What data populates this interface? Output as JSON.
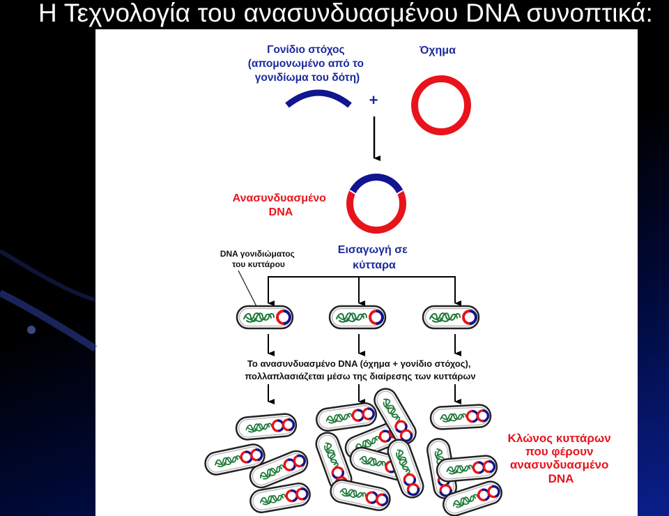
{
  "slide_title": "Η Τεχνολογία του ανασυνδυασμένου DNA συνοπτικά:",
  "labels": {
    "target_gene": [
      "Γονίδιο στόχος",
      "(απομονωμένο από το",
      "γονιδίωμα του δότη)"
    ],
    "vector": "Όχημα",
    "plus": "+",
    "recombinant_dna": [
      "Ανασυνδυασμένο",
      "DNA"
    ],
    "genomic_dna": [
      "DNA γονιδιώματος",
      "του κυττάρου"
    ],
    "insertion": [
      "Εισαγωγή σε",
      "κύτταρα"
    ],
    "replication_note": [
      "Το ανασυνδυασμένο DNA (όχημα + γονίδιο στόχος),",
      "πολλαπλασιάζεται μέσω της διαίρεσης των κυττάρων"
    ],
    "clone": [
      "Κλώνος κυττάρων",
      "που φέρουν",
      "ανασυνδυασμένο",
      "DNA"
    ]
  },
  "colors": {
    "gene": "#101590",
    "vector": "#e8131b",
    "chromosome": "#1f7a3a",
    "clone_text": "#e8131b",
    "label_text": "#1a2a9c",
    "arrow": "#000000"
  }
}
